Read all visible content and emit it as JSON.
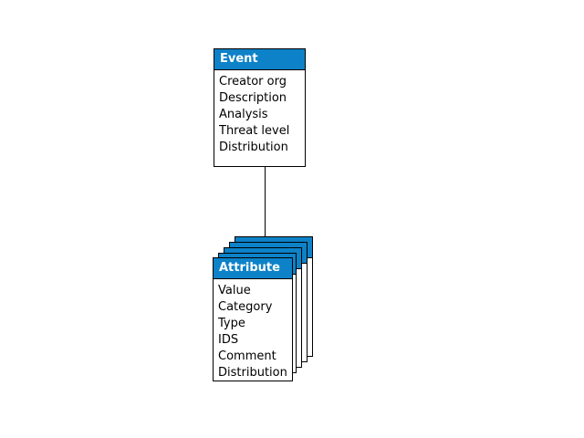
{
  "diagram": {
    "type": "entity-relationship",
    "background_color": "#ffffff",
    "accent_color": "#0d82c8",
    "line_color": "#000000",
    "entities": [
      {
        "id": "event",
        "title": "Event",
        "multiplicity": "single",
        "fields": [
          "Creator org",
          "Description",
          "Analysis",
          "Threat level",
          "Distribution"
        ]
      },
      {
        "id": "attribute",
        "title": "Attribute",
        "multiplicity": "many",
        "stack_count": 5,
        "fields": [
          "Value",
          "Category",
          "Type",
          "IDS",
          "Comment",
          "Distribution"
        ]
      }
    ],
    "connectors": [
      {
        "id": "event-to-attribute",
        "from": "event",
        "to": "attribute",
        "style": "solid-line",
        "orientation": "vertical"
      }
    ]
  }
}
